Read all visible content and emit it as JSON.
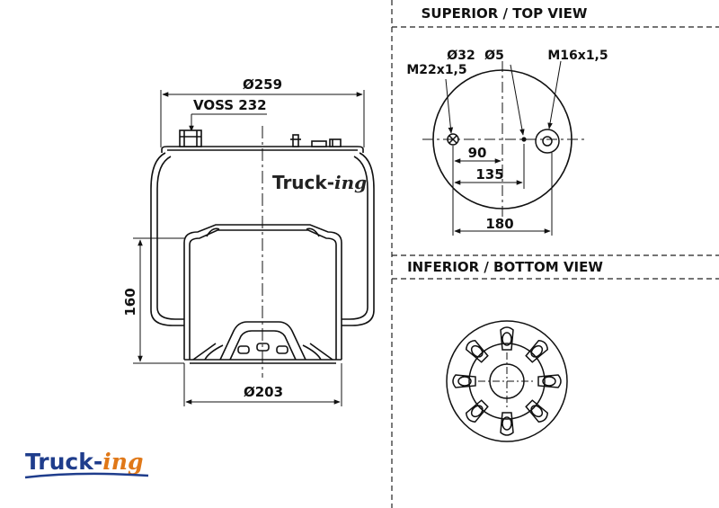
{
  "views": {
    "top_view_title": "SUPERIOR / TOP VIEW",
    "bottom_view_title": "INFERIOR / BOTTOM VIEW"
  },
  "side_view": {
    "diameter_top": "Ø259",
    "fitting": "VOSS 232",
    "height": "160",
    "diameter_bottom": "Ø203",
    "watermark_main": "Truck-",
    "watermark_suffix": "ing"
  },
  "top_view": {
    "hole_large": "Ø32",
    "thread_large": "M22x1,5",
    "hole_small": "Ø5",
    "thread_right": "M16x1,5",
    "dim_90": "90",
    "dim_135": "135",
    "dim_180": "180"
  },
  "logo": {
    "main": "Truck-",
    "suffix": "ing",
    "color_main": "#1f3d8c",
    "color_suffix": "#e07818"
  }
}
